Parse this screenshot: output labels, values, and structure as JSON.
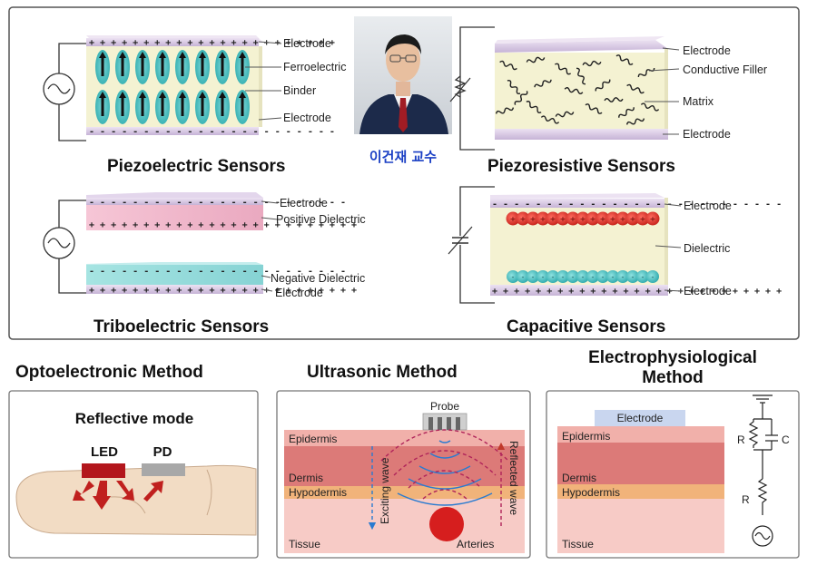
{
  "piezoelectric": {
    "title": "Piezoelectric Sensors",
    "labels": [
      "Electrode",
      "Ferroelectric",
      "Binder",
      "Electrode"
    ],
    "plus": "+ + + + + + + + + + + + + + + + + + + + + + +",
    "minus": "- - - - - - - - - - - - - - - - - - - - - - -"
  },
  "professor": {
    "name": "이건재 교수"
  },
  "piezoresistive": {
    "title": "Piezoresistive Sensors",
    "labels": [
      "Electrode",
      "Conductive Filler",
      "Matrix",
      "Electrode"
    ]
  },
  "triboelectric": {
    "title": "Triboelectric Sensors",
    "labels": [
      "Electrode",
      "Positive Dielectric",
      "Negative Dielectric",
      "Electrode"
    ],
    "plus": "+ + + + + + + + + + + + + + + + + + + + + + + + +",
    "dash": "- - - - - - - - - - - - - - - - - - - - - - - -"
  },
  "capacitive": {
    "title": "Capacitive Sensors",
    "labels": [
      "Electrode",
      "Dielectric",
      "Electrode"
    ],
    "plus": "+ + + + + + + + + + + + + + + + + + + + + + + + + + +",
    "minus": "- - - - - - - - - - - - - - - - - - - - - - - - - - -",
    "top_charge": "+",
    "bottom_charge": "-"
  },
  "optoelectronic": {
    "title": "Optoelectronic Method",
    "mode": "Reflective mode",
    "led": "LED",
    "pd": "PD"
  },
  "ultrasonic": {
    "title": "Ultrasonic Method",
    "probe": "Probe",
    "layers": [
      "Epidermis",
      "Dermis",
      "Hypodermis",
      "Tissue"
    ],
    "arteries": "Arteries",
    "exciting": "Exciting wave",
    "reflected": "Reflected wave"
  },
  "electrophysiological": {
    "title_line1": "Electrophysiological",
    "title_line2": "Method",
    "electrode": "Electrode",
    "layers": [
      "Epidermis",
      "Dermis",
      "Hypodermis",
      "Tissue"
    ],
    "r1": "R",
    "c": "C",
    "r2": "R"
  },
  "colors": {
    "electrode": "#d8c8e4",
    "ferroelectric": "#4fc2c4",
    "binder": "#f4f2d2",
    "positive_dielectric": "#f0b8cc",
    "negative_dielectric": "#9fdede",
    "red_charge": "#e03a30",
    "teal_charge": "#4fc2c4",
    "epidermis": "#f1b0aa",
    "dermis": "#dc7a78",
    "hypodermis": "#f1b37a",
    "tissue": "#f7cbc6",
    "led": "#b3161c",
    "pd": "#a8a8a8",
    "title_blue": "#1a3fc4"
  }
}
